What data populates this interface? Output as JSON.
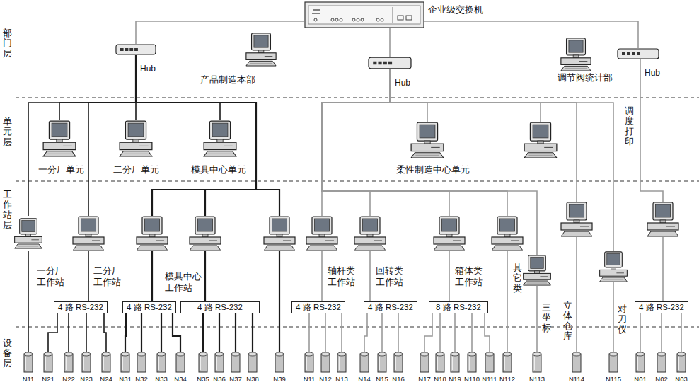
{
  "diagram": {
    "nodes": [
      {
        "text": [
          "企业级交换机"
        ]
      },
      {
        "text": [
          "Hub"
        ]
      },
      {
        "text": [
          "产品制造本部"
        ]
      },
      {
        "text": [
          "Hub"
        ]
      },
      {
        "text": [
          "调节阀统计部"
        ]
      },
      {
        "text": [
          "Hub"
        ]
      },
      {
        "text": [
          "一分厂单元"
        ]
      },
      {
        "text": [
          "二分厂单元"
        ]
      },
      {
        "text": [
          "模具中心单元"
        ]
      },
      {
        "text": [
          "柔性制造中心单元"
        ]
      },
      {
        "text": [
          "一分厂 工作站"
        ]
      },
      {
        "text": [
          "二分厂 工作站"
        ]
      },
      {
        "text": [
          "模具中心 工作站"
        ]
      },
      {
        "text": [
          "轴杆类 工作站"
        ]
      },
      {
        "text": [
          "回转类 工作站"
        ]
      },
      {
        "text": [
          "箱体类 工作站"
        ]
      },
      {
        "text": [
          "其它类"
        ]
      },
      {
        "text": [
          "三坐标"
        ]
      },
      {
        "text": [
          "立体仓库"
        ]
      },
      {
        "text": [
          "对刀仪"
        ]
      },
      {
        "text": [
          "调度打印"
        ]
      },
      {
        "text": [
          "4 路 RS-232"
        ]
      },
      {
        "text": [
          "4 路 RS-232"
        ]
      },
      {
        "text": [
          "4 路 RS-232"
        ]
      },
      {
        "text": [
          "4 路 RS-232"
        ]
      },
      {
        "text": [
          "4 路 RS-232"
        ]
      },
      {
        "text": [
          "8 路 RS-232"
        ]
      },
      {
        "text": [
          "4 路 RS-232"
        ]
      },
      {
        "text": [
          "N11"
        ]
      },
      {
        "text": [
          "N21"
        ]
      },
      {
        "text": [
          "N22"
        ]
      },
      {
        "text": [
          "N23"
        ]
      },
      {
        "text": [
          "N24"
        ]
      },
      {
        "text": [
          "N31"
        ]
      },
      {
        "text": [
          "N32"
        ]
      },
      {
        "text": [
          "N33"
        ]
      },
      {
        "text": [
          "N34"
        ]
      },
      {
        "text": [
          "N35"
        ]
      },
      {
        "text": [
          "N36"
        ]
      },
      {
        "text": [
          "N37"
        ]
      },
      {
        "text": [
          "N38"
        ]
      },
      {
        "text": [
          "N39"
        ]
      },
      {
        "text": [
          "N11"
        ]
      },
      {
        "text": [
          "N12"
        ]
      },
      {
        "text": [
          "N13"
        ]
      },
      {
        "text": [
          "N14"
        ]
      },
      {
        "text": [
          "N15"
        ]
      },
      {
        "text": [
          "N16"
        ]
      },
      {
        "text": [
          "N17"
        ]
      },
      {
        "text": [
          "N18"
        ]
      },
      {
        "text": [
          "N19"
        ]
      },
      {
        "text": [
          "N110"
        ]
      },
      {
        "text": [
          "N111"
        ]
      },
      {
        "text": [
          "N112"
        ]
      },
      {
        "text": [
          "N113"
        ]
      },
      {
        "text": [
          "N114"
        ]
      },
      {
        "text": [
          "N115"
        ]
      },
      {
        "text": [
          "N01"
        ]
      },
      {
        "text": [
          "N02"
        ]
      },
      {
        "text": [
          "N03"
        ]
      }
    ],
    "edges": [
      {
        "from": 0,
        "to": 1,
        "arrow": "none"
      },
      {
        "from": 0,
        "to": 3,
        "arrow": "none"
      },
      {
        "from": 0,
        "to": 5,
        "arrow": "none"
      },
      {
        "from": 1,
        "to": 6,
        "arrow": "none"
      },
      {
        "from": 1,
        "to": 7,
        "arrow": "none"
      },
      {
        "from": 1,
        "to": 8,
        "arrow": "none"
      },
      {
        "from": 1,
        "to": 10,
        "arrow": "none"
      },
      {
        "from": 1,
        "to": 11,
        "arrow": "none"
      },
      {
        "from": 1,
        "to": 12,
        "arrow": "none"
      },
      {
        "from": 10,
        "to": 28,
        "arrow": "none"
      },
      {
        "from": 11,
        "to": 21,
        "arrow": "none"
      },
      {
        "from": 21,
        "to": 29,
        "arrow": "none"
      },
      {
        "from": 21,
        "to": 30,
        "arrow": "none"
      },
      {
        "from": 21,
        "to": 31,
        "arrow": "none"
      },
      {
        "from": 21,
        "to": 32,
        "arrow": "none"
      },
      {
        "from": 12,
        "to": 22,
        "arrow": "none"
      },
      {
        "from": 22,
        "to": 33,
        "arrow": "none"
      },
      {
        "from": 22,
        "to": 34,
        "arrow": "none"
      },
      {
        "from": 22,
        "to": 35,
        "arrow": "none"
      },
      {
        "from": 22,
        "to": 36,
        "arrow": "none"
      },
      {
        "from": 23,
        "to": 37,
        "arrow": "none"
      },
      {
        "from": 23,
        "to": 38,
        "arrow": "none"
      },
      {
        "from": 23,
        "to": 39,
        "arrow": "none"
      },
      {
        "from": 23,
        "to": 40,
        "arrow": "none"
      },
      {
        "from": 3,
        "to": 9,
        "arrow": "none"
      },
      {
        "from": 3,
        "to": 13,
        "arrow": "none"
      },
      {
        "from": 3,
        "to": 14,
        "arrow": "none"
      },
      {
        "from": 3,
        "to": 15,
        "arrow": "none"
      },
      {
        "from": 3,
        "to": 16,
        "arrow": "none"
      },
      {
        "from": 3,
        "to": 17,
        "arrow": "none"
      },
      {
        "from": 3,
        "to": 18,
        "arrow": "none"
      },
      {
        "from": 3,
        "to": 19,
        "arrow": "none"
      },
      {
        "from": 5,
        "to": 20,
        "arrow": "none"
      },
      {
        "from": 17,
        "to": 54,
        "arrow": "none"
      },
      {
        "from": 18,
        "to": 55,
        "arrow": "none"
      },
      {
        "from": 19,
        "to": 56,
        "arrow": "none"
      },
      {
        "from": 20,
        "to": 27,
        "arrow": "none"
      },
      {
        "from": 27,
        "to": 57,
        "arrow": "none"
      },
      {
        "from": 27,
        "to": 58,
        "arrow": "none"
      },
      {
        "from": 27,
        "to": 59,
        "arrow": "none"
      },
      {
        "from": 13,
        "to": 24,
        "arrow": "none"
      },
      {
        "from": 24,
        "to": 42,
        "arrow": "none"
      },
      {
        "from": 24,
        "to": 43,
        "arrow": "none"
      },
      {
        "from": 24,
        "to": 44,
        "arrow": "none"
      },
      {
        "from": 14,
        "to": 25,
        "arrow": "none"
      },
      {
        "from": 25,
        "to": 45,
        "arrow": "none"
      },
      {
        "from": 25,
        "to": 46,
        "arrow": "none"
      },
      {
        "from": 25,
        "to": 47,
        "arrow": "none"
      },
      {
        "from": 15,
        "to": 26,
        "arrow": "none"
      },
      {
        "from": 26,
        "to": 48,
        "arrow": "none"
      },
      {
        "from": 26,
        "to": 49,
        "arrow": "none"
      },
      {
        "from": 26,
        "to": 50,
        "arrow": "none"
      },
      {
        "from": 26,
        "to": 51,
        "arrow": "none"
      },
      {
        "from": 26,
        "to": 52,
        "arrow": "none"
      },
      {
        "from": 16,
        "to": 53,
        "arrow": "none"
      }
    ],
    "labels": [
      "部门层",
      "单元层",
      "工作站层",
      "设备层"
    ]
  }
}
